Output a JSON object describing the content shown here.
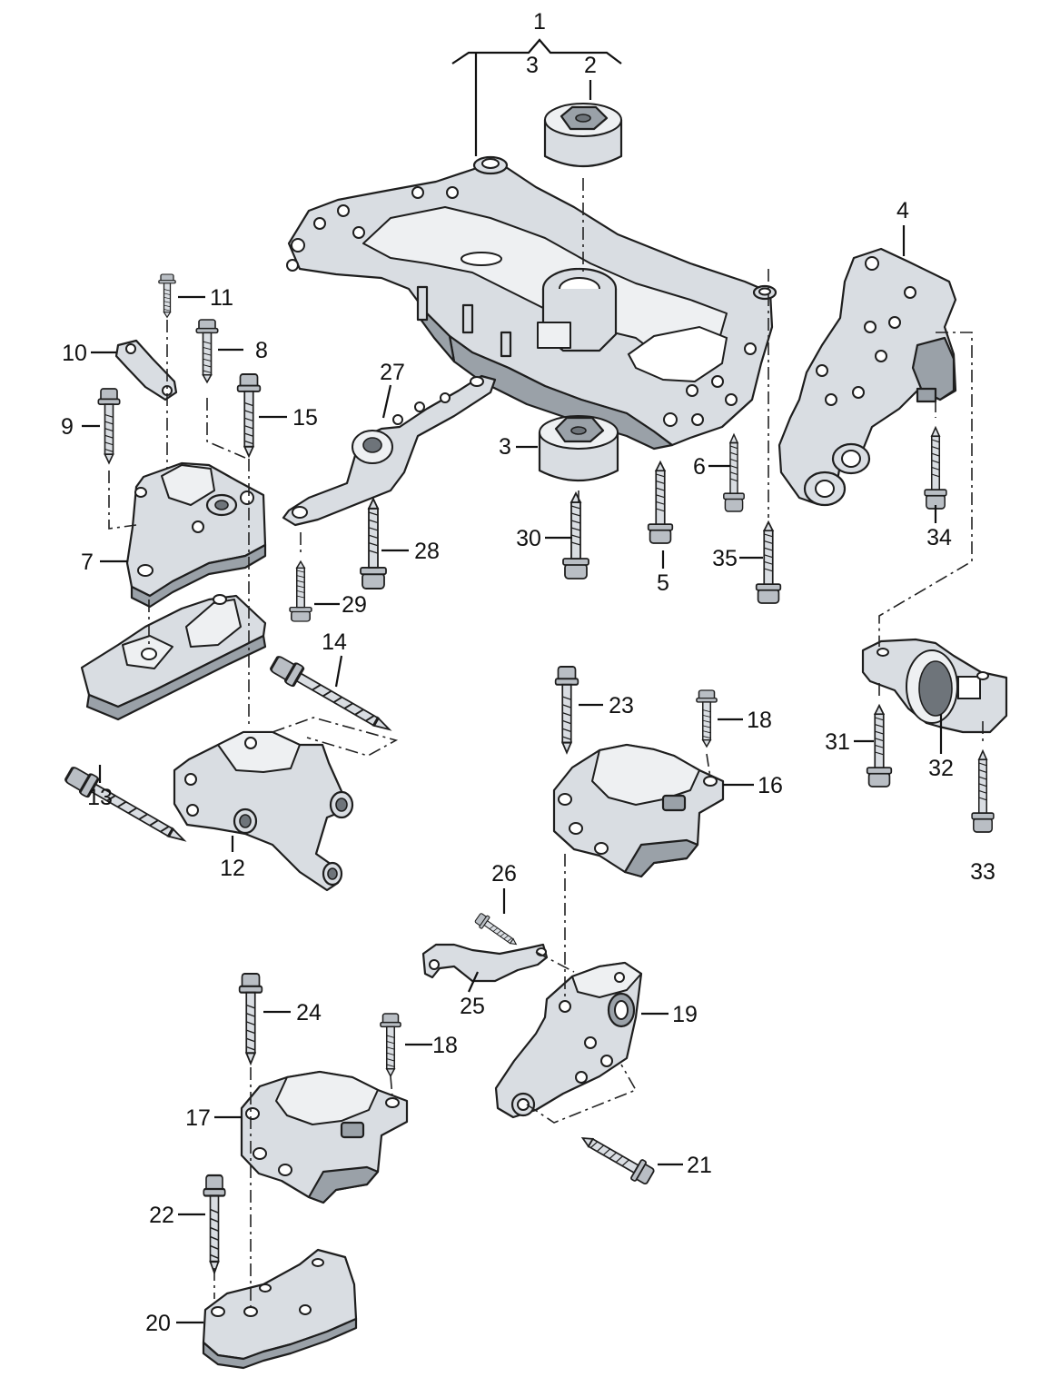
{
  "callouts": [
    {
      "id": "c1",
      "text": "1"
    },
    {
      "id": "c2",
      "text": "2"
    },
    {
      "id": "c3a",
      "text": "3"
    },
    {
      "id": "c3b",
      "text": "3"
    },
    {
      "id": "c4",
      "text": "4"
    },
    {
      "id": "c5",
      "text": "5"
    },
    {
      "id": "c6",
      "text": "6"
    },
    {
      "id": "c7",
      "text": "7"
    },
    {
      "id": "c8",
      "text": "8"
    },
    {
      "id": "c9",
      "text": "9"
    },
    {
      "id": "c10",
      "text": "10"
    },
    {
      "id": "c11",
      "text": "11"
    },
    {
      "id": "c12",
      "text": "12"
    },
    {
      "id": "c13",
      "text": "13"
    },
    {
      "id": "c14",
      "text": "14"
    },
    {
      "id": "c15",
      "text": "15"
    },
    {
      "id": "c16",
      "text": "16"
    },
    {
      "id": "c17",
      "text": "17"
    },
    {
      "id": "c18a",
      "text": "18"
    },
    {
      "id": "c18b",
      "text": "18"
    },
    {
      "id": "c19",
      "text": "19"
    },
    {
      "id": "c20",
      "text": "20"
    },
    {
      "id": "c21",
      "text": "21"
    },
    {
      "id": "c22",
      "text": "22"
    },
    {
      "id": "c23",
      "text": "23"
    },
    {
      "id": "c24",
      "text": "24"
    },
    {
      "id": "c25",
      "text": "25"
    },
    {
      "id": "c26",
      "text": "26"
    },
    {
      "id": "c27",
      "text": "27"
    },
    {
      "id": "c28",
      "text": "28"
    },
    {
      "id": "c29",
      "text": "29"
    },
    {
      "id": "c30",
      "text": "30"
    },
    {
      "id": "c31",
      "text": "31"
    },
    {
      "id": "c32",
      "text": "32"
    },
    {
      "id": "c33",
      "text": "33"
    },
    {
      "id": "c34",
      "text": "34"
    },
    {
      "id": "c35",
      "text": "35"
    }
  ],
  "colors": {
    "part_fill": "#d9dde2",
    "part_shadow": "#9aa1a8",
    "outline": "#1e1e1e",
    "background": "#ffffff"
  }
}
